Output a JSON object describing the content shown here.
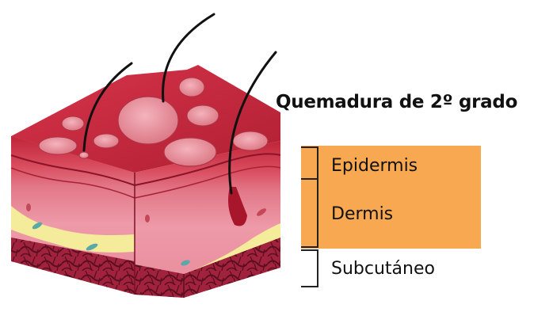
{
  "title": "Quemadura de 2º grado",
  "layers": {
    "epidermis": "Epidermis",
    "dermis": "Dermis",
    "subcutaneous": "Subcutáneo"
  },
  "colors": {
    "highlight": "#f8a850",
    "burn_top": "#c8283a",
    "blister": "#e8909c",
    "dermis": "#e88a9a",
    "fat": "#f4ec9a",
    "subcutaneous": "#9c1e38",
    "hair": "#111111"
  }
}
